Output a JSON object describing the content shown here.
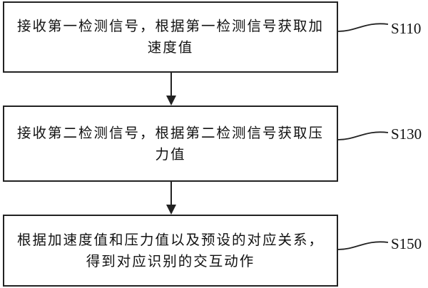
{
  "steps": [
    {
      "id": "S110",
      "text": "接收第一检测信号，根据第一检测信号获取加速度值"
    },
    {
      "id": "S130",
      "text": "接收第二检测信号，根据第二检测信号获取压力值"
    },
    {
      "id": "S150",
      "text": "根据加速度值和压力值以及预设的对应关系，得到对应识别的交互动作"
    }
  ]
}
